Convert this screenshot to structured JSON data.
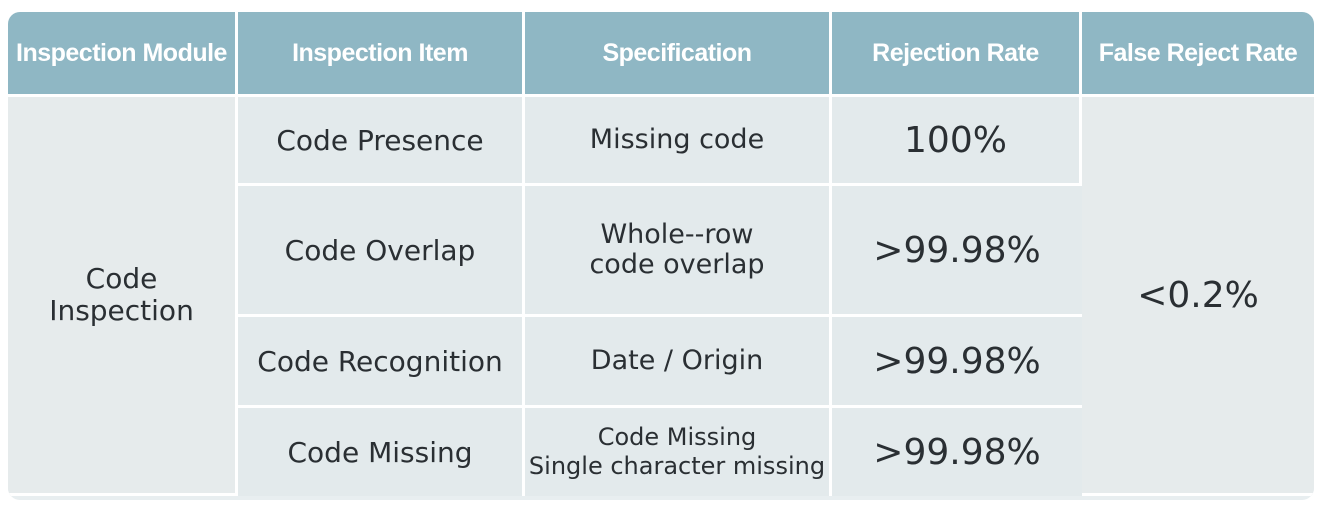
{
  "table": {
    "headers": [
      "Inspection Module",
      "Inspection Item",
      "Specification",
      "Rejection Rate",
      "False Reject Rate"
    ],
    "module": {
      "line1": "Code",
      "line2": "Inspection"
    },
    "false_reject_rate": "<0.2%",
    "rows": [
      {
        "item": "Code Presence",
        "spec_line1": "Missing code",
        "spec_line2": "",
        "rate": "100%"
      },
      {
        "item": "Code Overlap",
        "spec_line1": "Whole--row",
        "spec_line2": "code overlap",
        "rate": ">99.98%"
      },
      {
        "item": "Code Recognition",
        "spec_line1": "Date / Origin",
        "spec_line2": "",
        "rate": ">99.98%"
      },
      {
        "item": "Code Missing",
        "spec_line1": "Code Missing",
        "spec_line2": "Single character missing",
        "rate": ">99.98%"
      }
    ]
  }
}
